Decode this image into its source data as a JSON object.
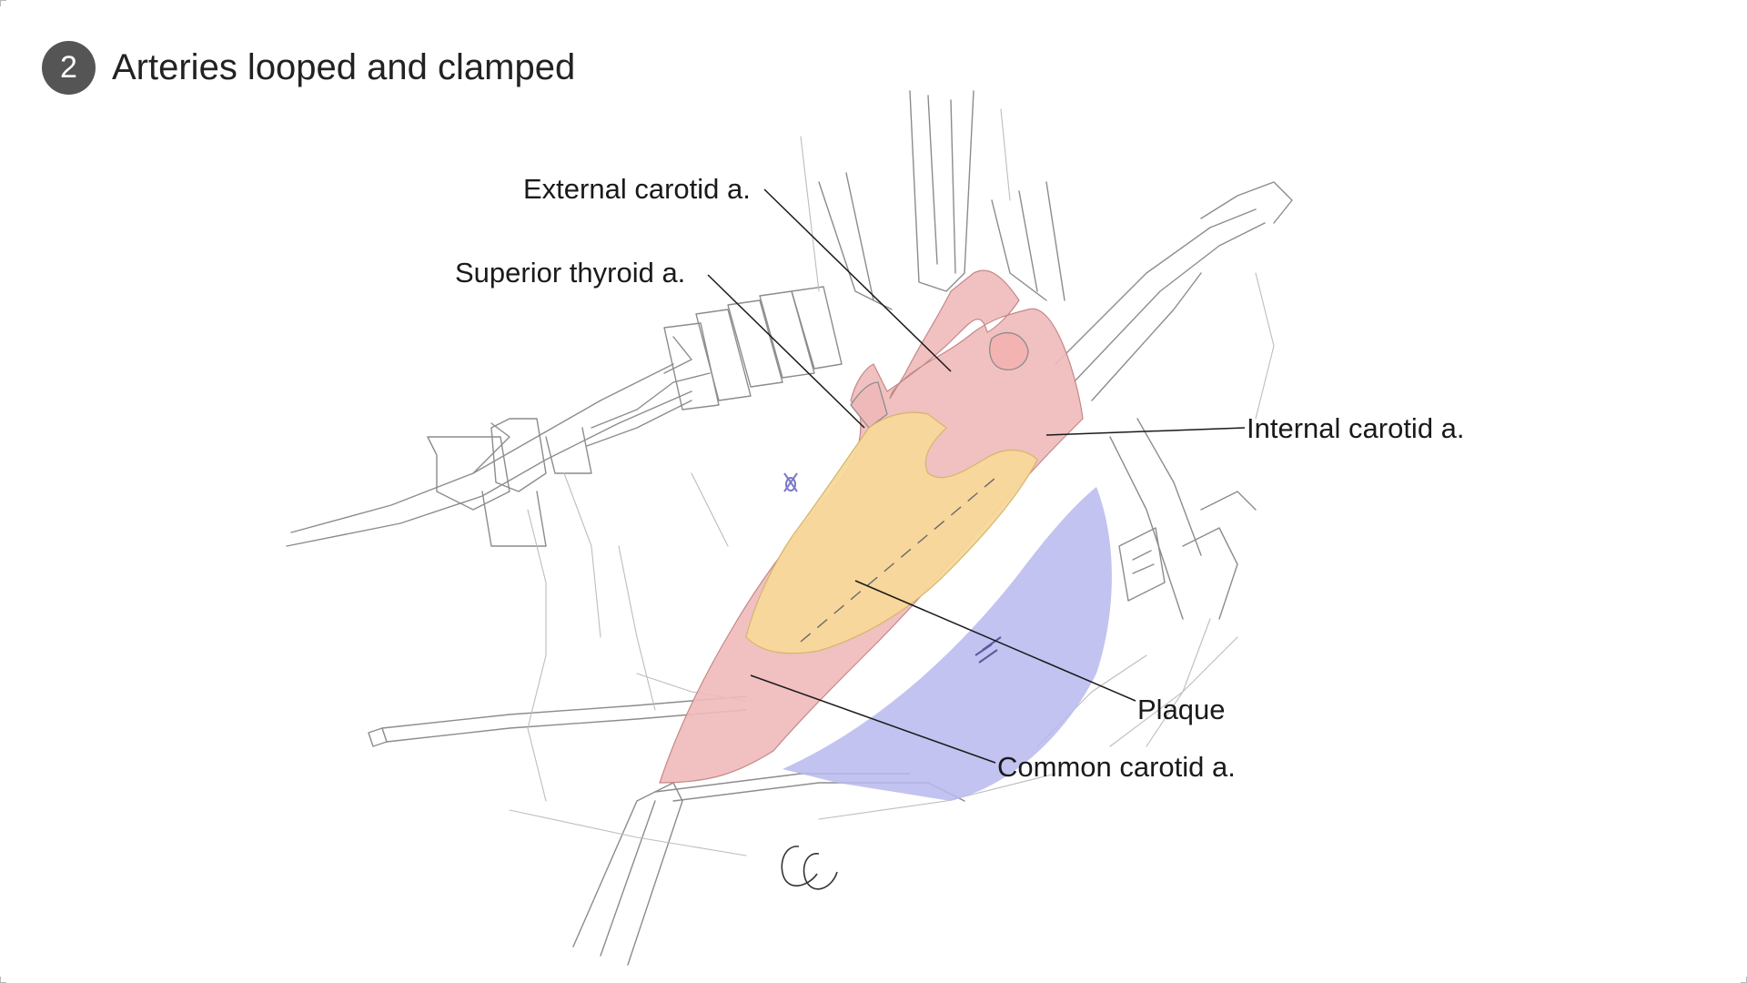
{
  "header": {
    "step_number": "2",
    "title": "Arteries looped and clamped"
  },
  "labels": {
    "external_carotid": "External carotid a.",
    "superior_thyroid": "Superior thyroid a.",
    "internal_carotid": "Internal carotid a.",
    "plaque": "Plaque",
    "common_carotid": "Common carotid a."
  },
  "artist_signature": "CC",
  "colors": {
    "artery": "#f0b9b9",
    "plaque": "#f7d89a",
    "vein": "#b8b8ef",
    "badge": "#555555"
  }
}
